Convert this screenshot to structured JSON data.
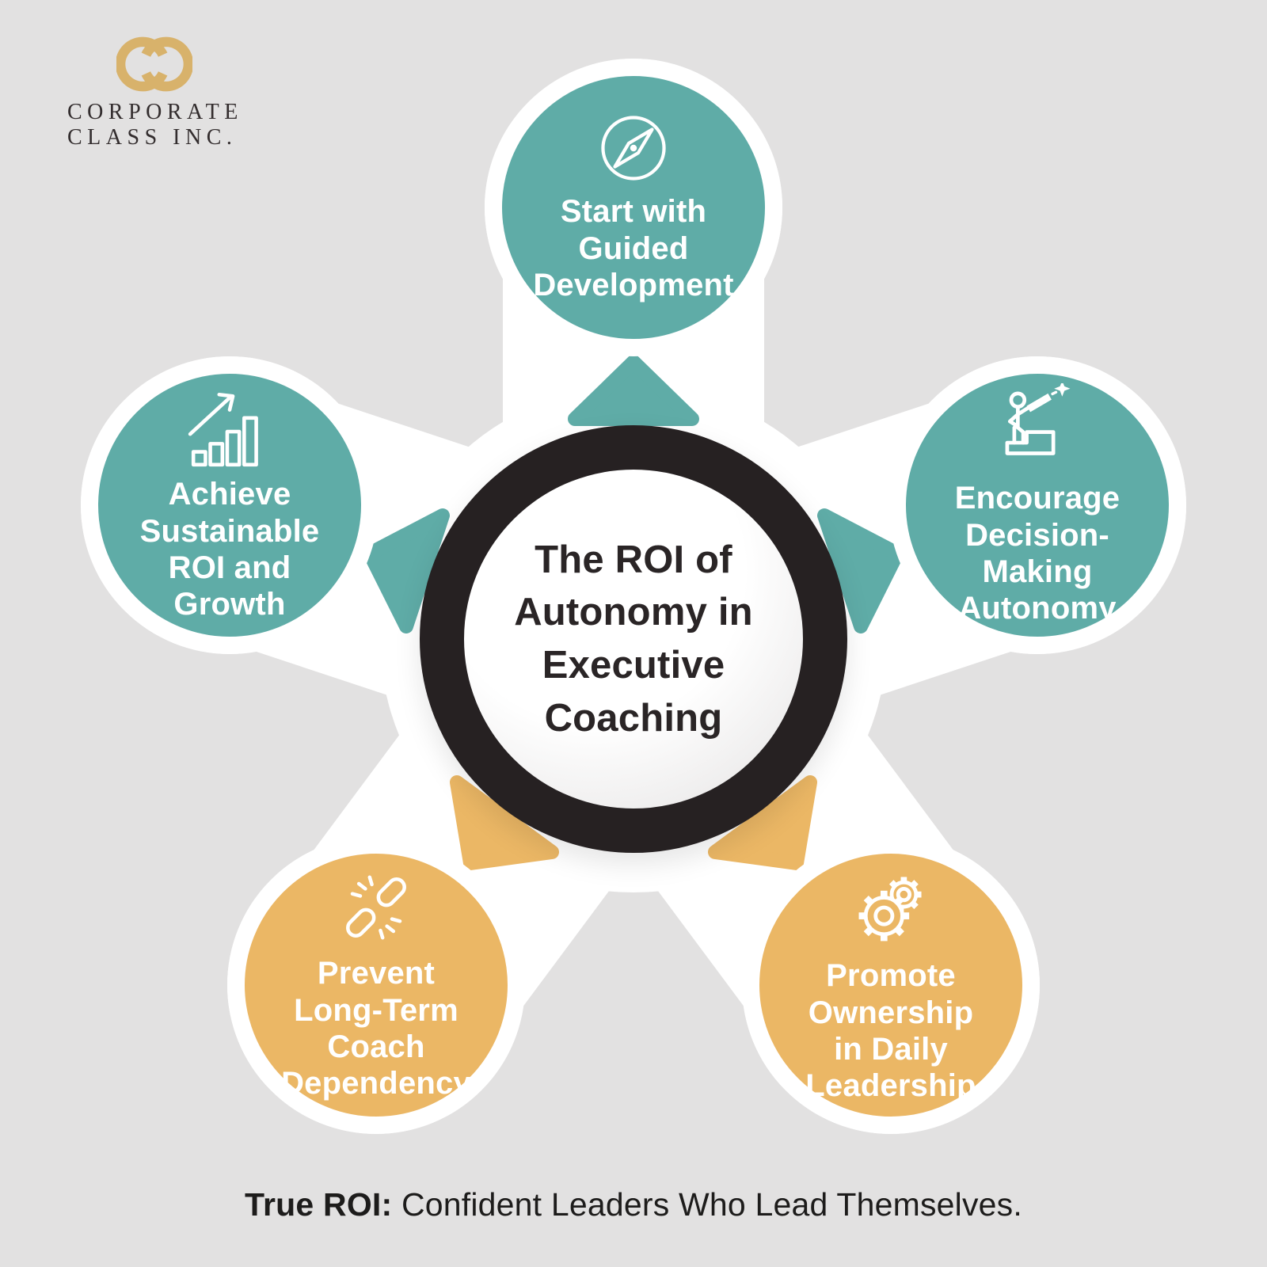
{
  "logo": {
    "monogram": "CC",
    "line1": "CORPORATE",
    "line2": "CLASS INC."
  },
  "center": {
    "title": "The ROI of\nAutonomy in\nExecutive\nCoaching"
  },
  "nodes": [
    {
      "id": "start-guided-development",
      "label": "Start with\nGuided\nDevelopment",
      "icon": "compass",
      "color": "#5FACA7",
      "position": "top"
    },
    {
      "id": "achieve-sustainable-roi",
      "label": "Achieve\nSustainable\nROI and\nGrowth",
      "icon": "growth-chart",
      "color": "#5FACA7",
      "position": "left"
    },
    {
      "id": "encourage-decision-autonomy",
      "label": "Encourage\nDecision-\nMaking\nAutonomy",
      "icon": "telescope-person",
      "color": "#5FACA7",
      "position": "right"
    },
    {
      "id": "prevent-coach-dependency",
      "label": "Prevent\nLong-Term\nCoach\nDependency",
      "icon": "broken-chain",
      "color": "#EBB765",
      "position": "bottom-left"
    },
    {
      "id": "promote-ownership",
      "label": "Promote\nOwnership\nin Daily\nLeadership",
      "icon": "gears",
      "color": "#EBB765",
      "position": "bottom-right"
    }
  ],
  "caption": {
    "bold": "True ROI:",
    "rest": " Confident Leaders Who Lead Themselves."
  },
  "colors": {
    "teal": "#5FACA7",
    "gold": "#EBB765",
    "background": "#E2E1E1",
    "ring_black": "#262122",
    "star_white": "#FFFFFF",
    "logo_gold": "#D8B26B",
    "text_dark": "#2A2526"
  }
}
